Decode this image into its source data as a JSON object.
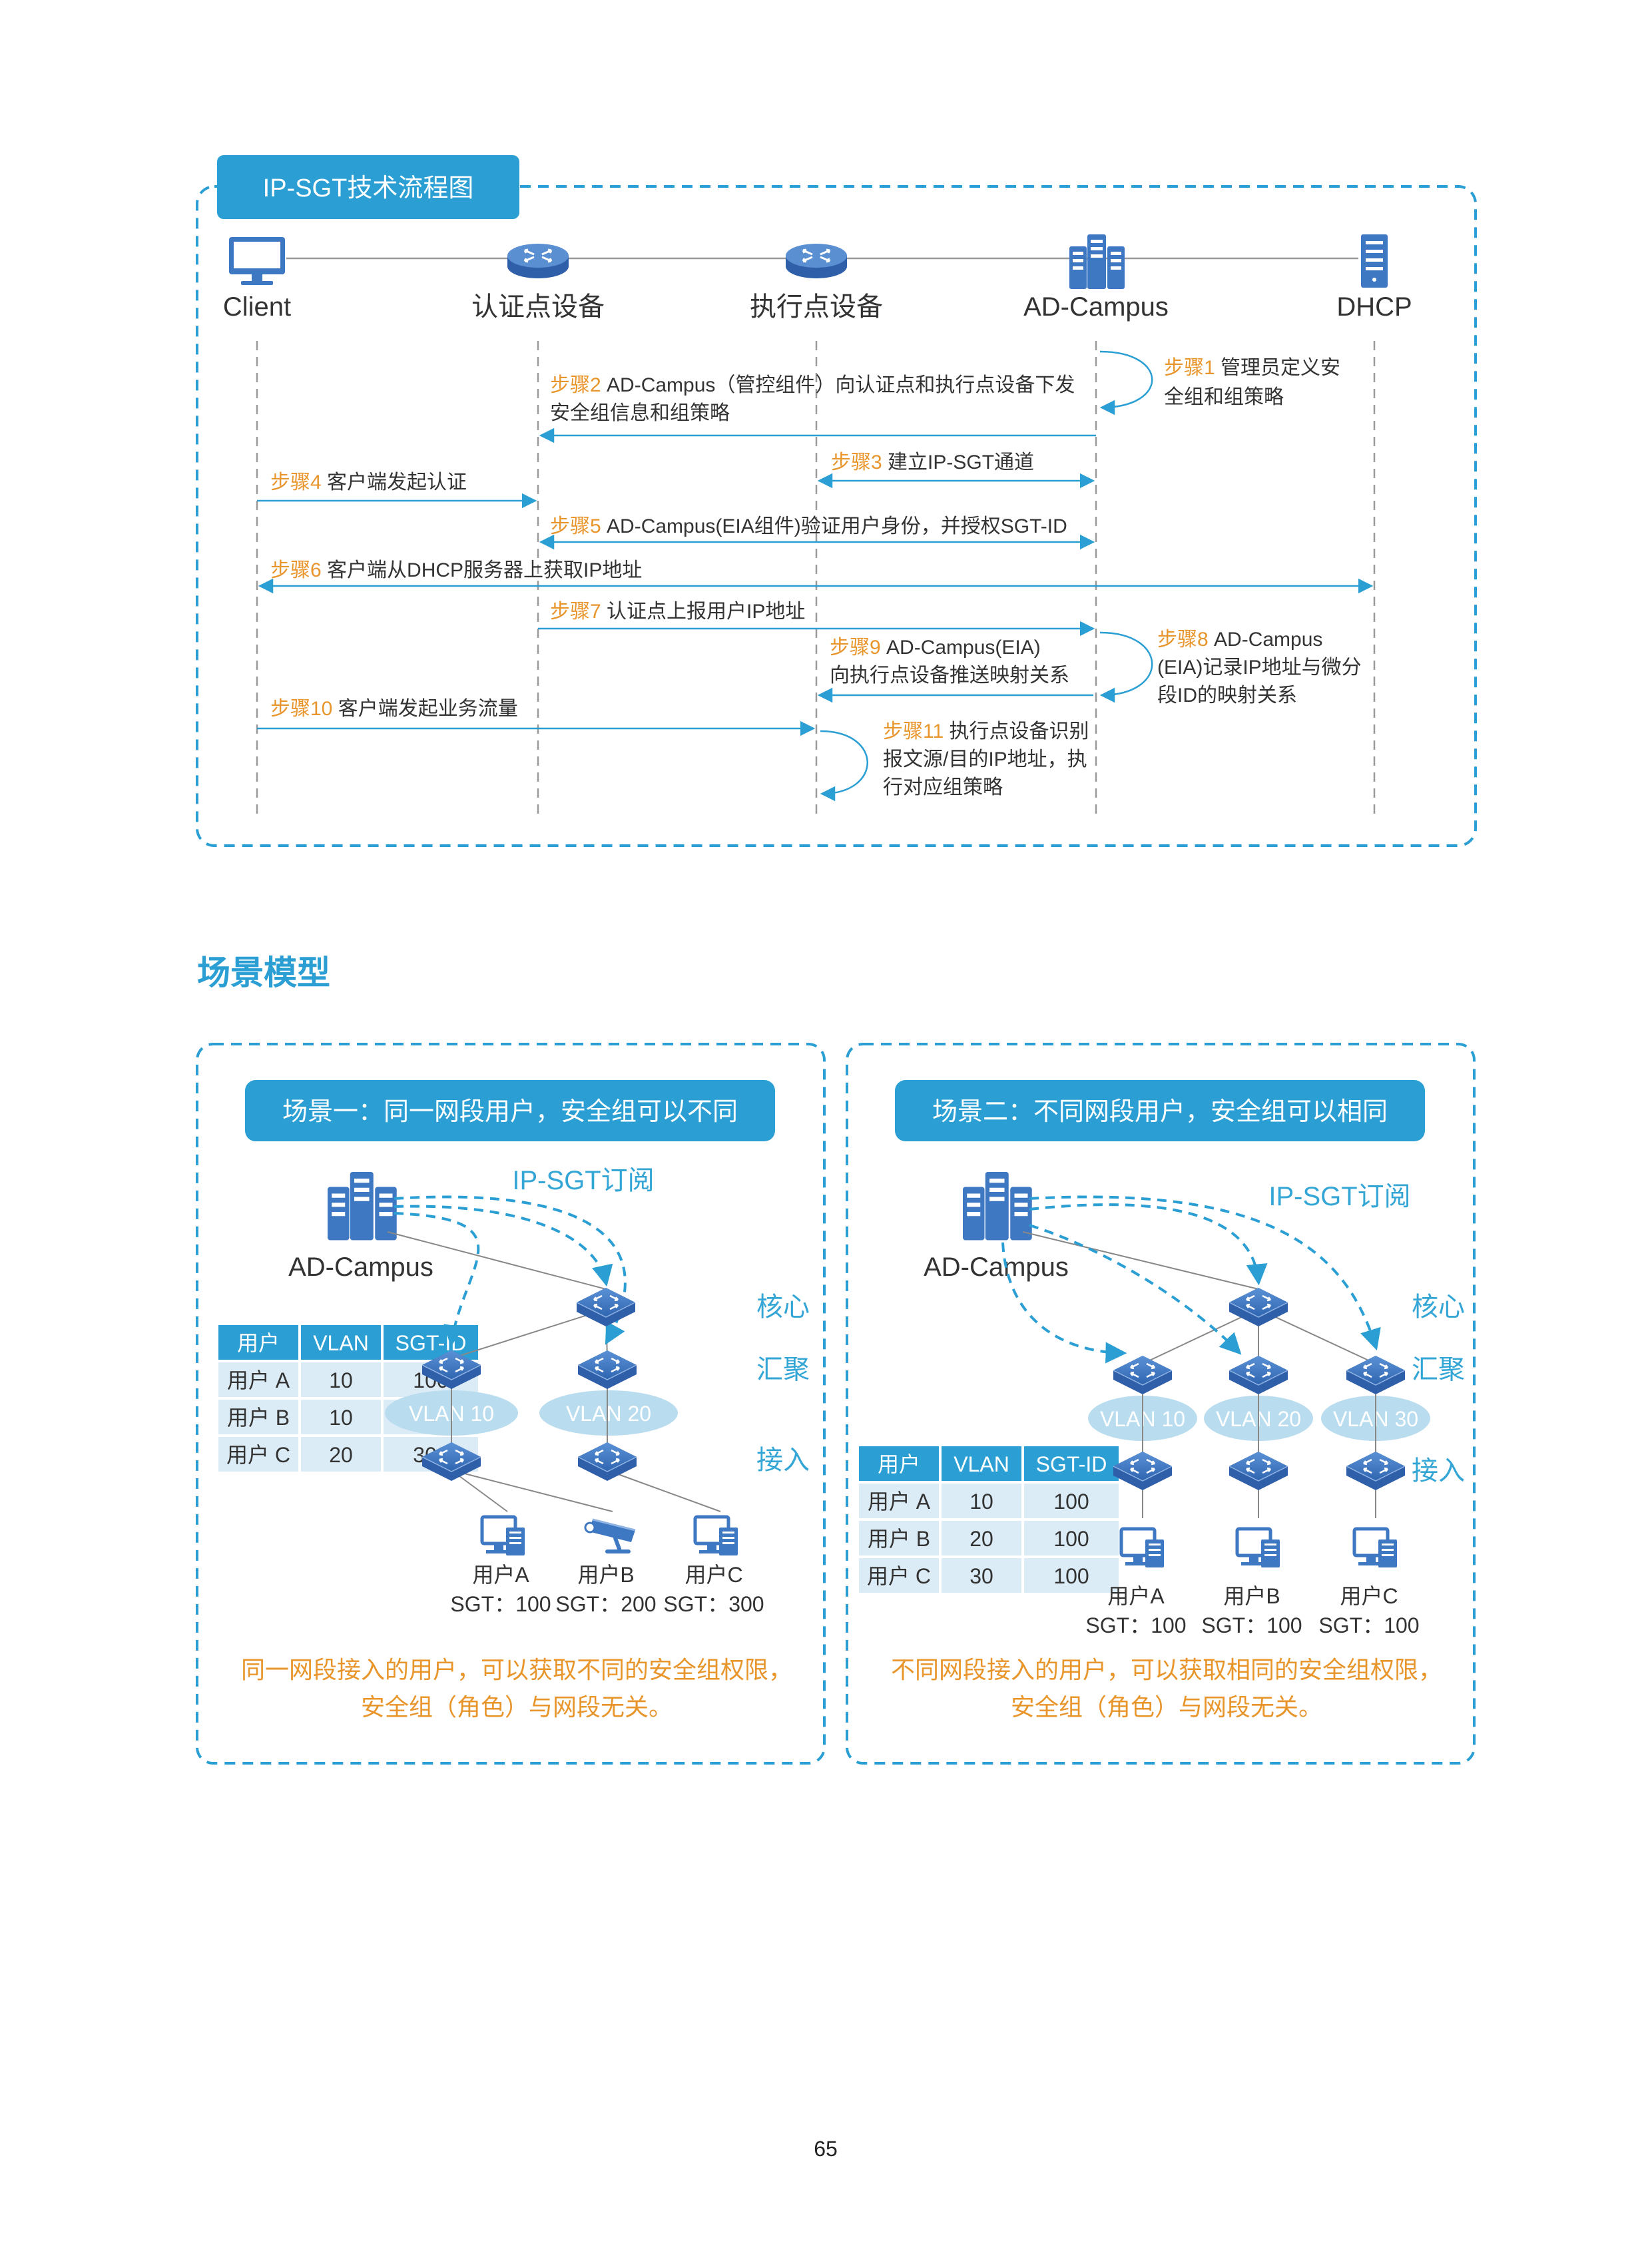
{
  "colors": {
    "accent": "#2b9fd3",
    "label": "#34a6d6",
    "orange": "#e8952b",
    "icon": "#3f78c2",
    "icon_dark": "#2f5fa8",
    "text": "#333333",
    "gray": "#9a9a9a",
    "table_header": "#2b9fd3",
    "table_cell": "#dcecf6",
    "vlan_ellipse": "#b9ddef"
  },
  "flow": {
    "title": "IP-SGT技术流程图",
    "lanes": [
      {
        "label": "Client",
        "icon": "monitor-icon"
      },
      {
        "label": "认证点设备",
        "icon": "router-icon"
      },
      {
        "label": "执行点设备",
        "icon": "router-icon"
      },
      {
        "label": "AD-Campus",
        "icon": "server-cluster-icon"
      },
      {
        "label": "DHCP",
        "icon": "server-icon"
      }
    ],
    "steps": [
      {
        "tag": "步骤1",
        "lines": [
          "管理员定义安",
          "全组和组策略"
        ]
      },
      {
        "tag": "步骤2",
        "lines": [
          "AD-Campus（管控组件）向认证点和执行点设备下发",
          "安全组信息和组策略"
        ]
      },
      {
        "tag": "步骤3",
        "lines": [
          "建立IP-SGT通道"
        ]
      },
      {
        "tag": "步骤4",
        "lines": [
          "客户端发起认证"
        ]
      },
      {
        "tag": "步骤5",
        "lines": [
          "AD-Campus(EIA组件)验证用户身份，并授权SGT-ID"
        ]
      },
      {
        "tag": "步骤6",
        "lines": [
          "客户端从DHCP服务器上获取IP地址"
        ]
      },
      {
        "tag": "步骤7",
        "lines": [
          "认证点上报用户IP地址"
        ]
      },
      {
        "tag": "步骤8",
        "lines": [
          "AD-Campus",
          "(EIA)记录IP地址与微分",
          "段ID的映射关系"
        ]
      },
      {
        "tag": "步骤9",
        "lines": [
          "AD-Campus(EIA)",
          "向执行点设备推送映射关系"
        ]
      },
      {
        "tag": "步骤10",
        "lines": [
          "客户端发起业务流量"
        ]
      },
      {
        "tag": "步骤11",
        "lines": [
          "执行点设备识别",
          "报文源/目的IP地址，执",
          "行对应组策略"
        ]
      }
    ]
  },
  "section_title": "场景模型",
  "scenarios": [
    {
      "title": "场景一：同一网段用户，安全组可以不同",
      "subscription": "IP-SGT订阅",
      "controller": "AD-Campus",
      "layers": [
        "核心",
        "汇聚",
        "接入"
      ],
      "vlans": [
        "VLAN 10",
        "VLAN 20"
      ],
      "table": {
        "headers": [
          "用户",
          "VLAN",
          "SGT-ID"
        ],
        "rows": [
          [
            "用户 A",
            "10",
            "100"
          ],
          [
            "用户 B",
            "10",
            "200"
          ],
          [
            "用户 C",
            "20",
            "300"
          ]
        ]
      },
      "users": [
        {
          "name": "用户A",
          "sgt": "SGT：100",
          "icon": "pc-icon"
        },
        {
          "name": "用户B",
          "sgt": "SGT：200",
          "icon": "camera-icon"
        },
        {
          "name": "用户C",
          "sgt": "SGT：300",
          "icon": "pc-icon"
        }
      ],
      "summary": [
        "同一网段接入的用户，可以获取不同的安全组权限，",
        "安全组（角色）与网段无关。"
      ]
    },
    {
      "title": "场景二：不同网段用户，安全组可以相同",
      "subscription": "IP-SGT订阅",
      "controller": "AD-Campus",
      "layers": [
        "核心",
        "汇聚",
        "接入"
      ],
      "vlans": [
        "VLAN 10",
        "VLAN 20",
        "VLAN 30"
      ],
      "table": {
        "headers": [
          "用户",
          "VLAN",
          "SGT-ID"
        ],
        "rows": [
          [
            "用户 A",
            "10",
            "100"
          ],
          [
            "用户 B",
            "20",
            "100"
          ],
          [
            "用户 C",
            "30",
            "100"
          ]
        ]
      },
      "users": [
        {
          "name": "用户A",
          "sgt": "SGT：100",
          "icon": "pc-icon"
        },
        {
          "name": "用户B",
          "sgt": "SGT：100",
          "icon": "pc-icon"
        },
        {
          "name": "用户C",
          "sgt": "SGT：100",
          "icon": "pc-icon"
        }
      ],
      "summary": [
        "不同网段接入的用户，可以获取相同的安全组权限，",
        "安全组（角色）与网段无关。"
      ]
    }
  ],
  "page_number": "65"
}
